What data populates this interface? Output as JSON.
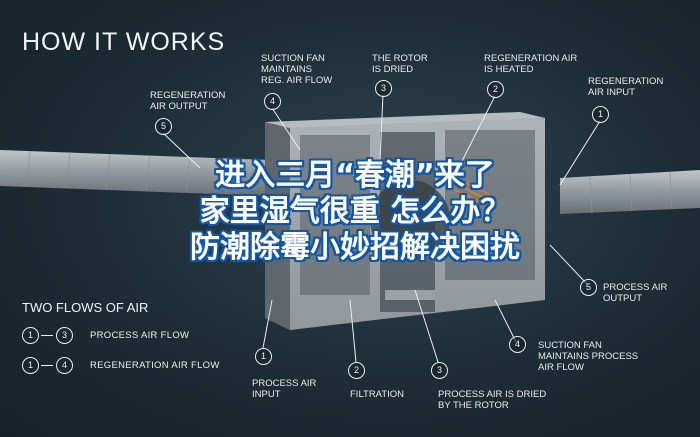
{
  "title": "HOW IT WORKS",
  "labels": {
    "suction_fan_top": "SUCTION FAN\nMAINTAINS\nREG. AIR FLOW",
    "rotor_dried": "THE ROTOR\nIS DRIED",
    "regen_heated": "REGENERATION AIR\nIS HEATED",
    "regen_output": "REGENERATION\nAIR OUTPUT",
    "regen_input": "REGENERATION\nAIR INPUT",
    "process_output": "PROCESS AIR\nOUTPUT",
    "suction_fan_bottom": "SUCTION FAN\nMAINTAINS PROCESS\nAIR FLOW",
    "process_input": "PROCESS AIR\nINPUT",
    "filtration": "FILTRATION",
    "process_dried": "PROCESS AIR IS DRIED\nBY THE ROTOR"
  },
  "markers": {
    "m_top4": "4",
    "m_top3": "3",
    "m_top2": "2",
    "m_top1": "1",
    "m_top5": "5",
    "m_right5": "5",
    "m_bot4": "4",
    "m_bot1": "1",
    "m_bot2": "2",
    "m_bot3": "3"
  },
  "flows": {
    "title": "TWO FLOWS OF AIR",
    "rows": [
      {
        "from": "1",
        "to": "3",
        "label": "PROCESS AIR FLOW"
      },
      {
        "from": "1",
        "to": "4",
        "label": "REGENERATION AIR FLOW"
      }
    ]
  },
  "overlay": {
    "line1": "进入三月“春潮”来了",
    "line2": "家里湿气很重 怎么办？",
    "line3": "防潮除霉小妙招解决困扰"
  }
}
